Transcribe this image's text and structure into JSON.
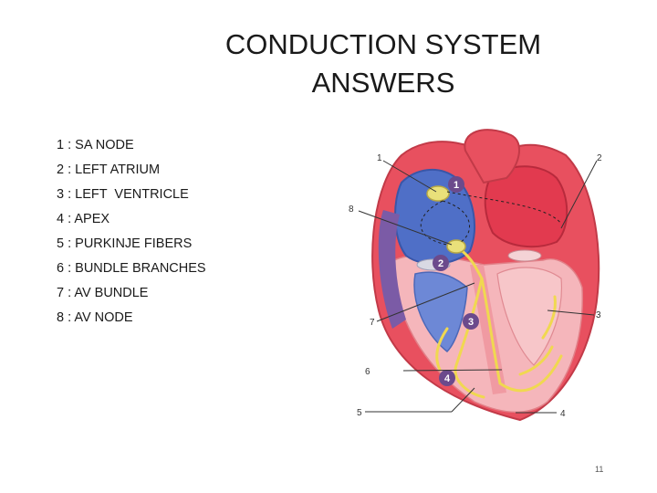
{
  "slide": {
    "title_line1": "CONDUCTION SYSTEM",
    "title_line2": "ANSWERS",
    "page_number": "11"
  },
  "answers": [
    "1 : SA NODE",
    "2 : LEFT ATRIUM",
    "3 : LEFT  VENTRICLE",
    "4 : APEX",
    "5 : PURKINJE FIBERS",
    "6 : BUNDLE BRANCHES",
    "7 : AV BUNDLE",
    "8 : AV NODE"
  ],
  "diagram": {
    "callout_labels": [
      "1",
      "2",
      "3",
      "4",
      "5",
      "6",
      "7",
      "8"
    ],
    "marker_labels": [
      "1",
      "2",
      "3",
      "4"
    ],
    "colors": {
      "right_heart": "#5b78c9",
      "left_heart": "#e0475a",
      "myocardium": "#f2a7ad",
      "conduction": "#f3e06a",
      "marker": "#6b4a8c"
    }
  }
}
